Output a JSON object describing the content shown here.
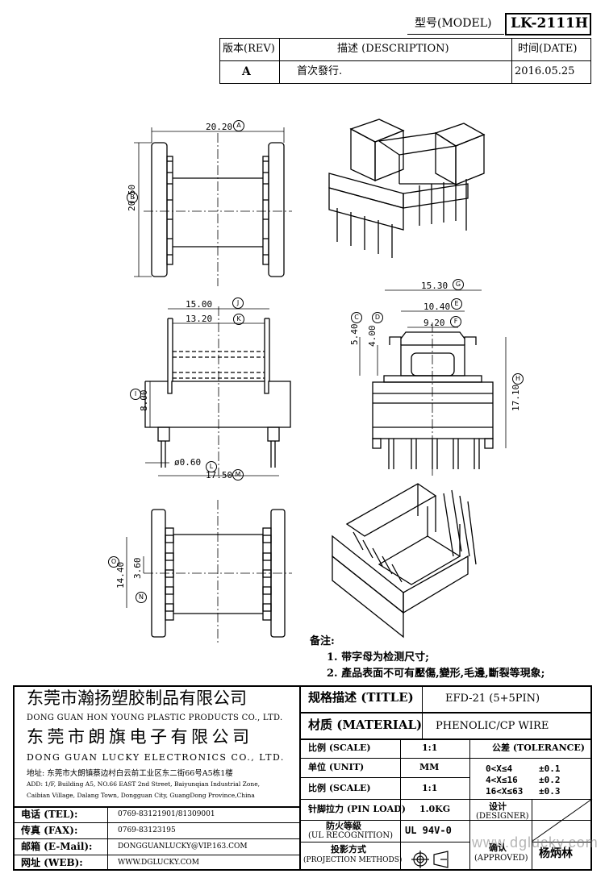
{
  "header": {
    "model_label": "型号(MODEL)",
    "model_value": "LK-2111H",
    "rev_header": "版本(REV)",
    "desc_header": "描述 (DESCRIPTION)",
    "date_header": "时间(DATE)",
    "rev_value": "A",
    "desc_value": "首次發行.",
    "date_value": "2016.05.25"
  },
  "dimensions": {
    "A": "20.20",
    "B": "20.50",
    "C": "5.40",
    "D": "4.00",
    "E": "10.40",
    "F": "9.20",
    "G": "15.30",
    "H": "17.10",
    "I": "8.00",
    "J": "15.00",
    "K": "13.20",
    "L": "ø0.60",
    "M": "17.50",
    "N": "3.60",
    "O": "14.40"
  },
  "dim_markers": [
    "A",
    "B",
    "C",
    "D",
    "E",
    "F",
    "G",
    "H",
    "I",
    "J",
    "K",
    "L",
    "M",
    "N",
    "O"
  ],
  "notes": {
    "title": "备注:",
    "items": [
      "1. 带字母为检测尺寸;",
      "2. 產品表面不可有壓傷,變形,毛邊,斷裂等現象;"
    ]
  },
  "company": {
    "name1_cn": "东莞市瀚扬塑胶制品有限公司",
    "name1_en": "DONG GUAN HON YOUNG PLASTIC PRODUCTS CO., LTD.",
    "name2_cn": "东莞市朗旗电子有限公司",
    "name2_en": "DONG GUAN LUCKY ELECTRONICS CO., LTD.",
    "address_cn": "地址: 东莞市大朗镇蔡边村白云前工业区东二街66号A5栋1楼",
    "address_en1": "ADD: 1/F, Building A5, NO.66 EAST 2nd Street, Baiyunqian Industrial Zone,",
    "address_en2": "Caibian Village, Dalang Town, Dongguan City, GuangDong Province,China"
  },
  "contacts": [
    {
      "label": "电话 (TEL):",
      "value": "0769-83121901/81309001"
    },
    {
      "label": "传真 (FAX):",
      "value": "0769-83123195"
    },
    {
      "label": "邮箱 (E-Mail):",
      "value": "DONGGUANLUCKY@VIP.163.COM"
    },
    {
      "label": "网址 (WEB):",
      "value": "WWW.DGLUCKY.COM"
    }
  ],
  "spec": {
    "title_label": "规格描述 (TITLE)",
    "title_value": "EFD-21 (5+5PIN)",
    "material_label": "材质 (MATERIAL)",
    "material_value": "PHENOLIC/CP WIRE",
    "scale_label": "比例 (SCALE)",
    "scale_value": "1:1",
    "tolerance_label": "公差 (TOLERANCE)",
    "unit_label": "单位 (UNIT)",
    "unit_value": "MM",
    "scale2_label": "比例 (SCALE)",
    "scale2_value": "1:1",
    "tolerances": [
      {
        "range": "0<X≤4",
        "value": "±0.1"
      },
      {
        "range": "4<X≤16",
        "value": "±0.2"
      },
      {
        "range": "16<X≤63",
        "value": "±0.3"
      }
    ],
    "pin_load_label": "针脚拉力 (PIN LOAD)",
    "pin_load_value": "1.0KG",
    "ul_label_cn": "防火等級",
    "ul_label_en": "(UL RECOGNITION)",
    "ul_value": "UL 94V-0",
    "projection_label_cn": "投影方式",
    "projection_label_en": "(PROJECTION METHODS)",
    "designer_label_cn": "设计",
    "designer_label_en": "(DESIGNER)",
    "approved_label_cn": "确认",
    "approved_label_en": "(APPROVED)",
    "approved_name": "杨炳林"
  },
  "watermark": "www.dglucky.com"
}
